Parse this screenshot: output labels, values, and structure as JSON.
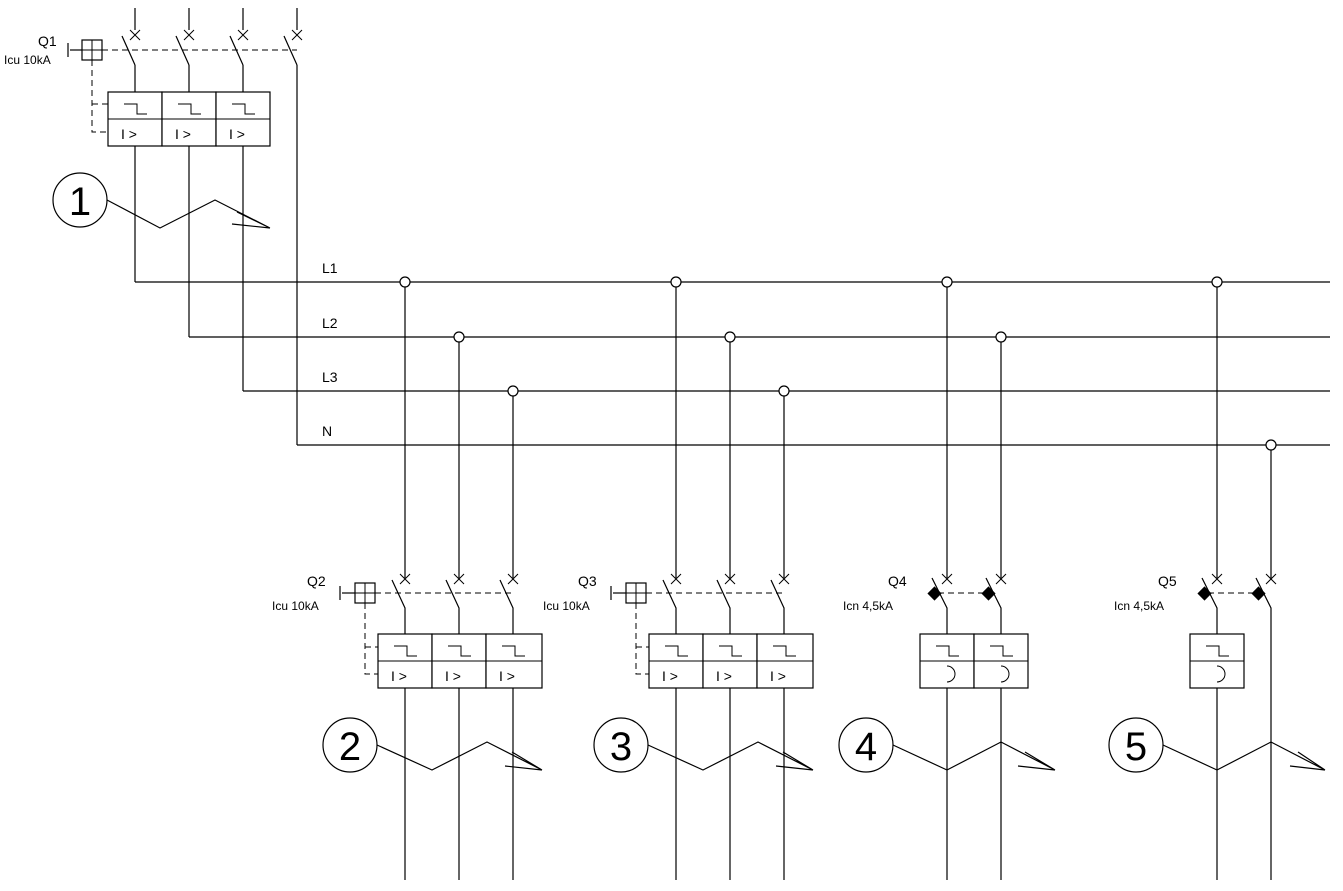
{
  "busbars": [
    "L1",
    "L2",
    "L3",
    "N"
  ],
  "breakers": [
    {
      "id": "Q1",
      "rating": "Icu 10kA",
      "callout": "1"
    },
    {
      "id": "Q2",
      "rating": "Icu 10kA",
      "callout": "2"
    },
    {
      "id": "Q3",
      "rating": "Icu 10kA",
      "callout": "3"
    },
    {
      "id": "Q4",
      "rating": "Icn 4,5kA",
      "callout": "4"
    },
    {
      "id": "Q5",
      "rating": "Icn 4,5kA",
      "callout": "5"
    }
  ],
  "trip_symbol": "I >"
}
